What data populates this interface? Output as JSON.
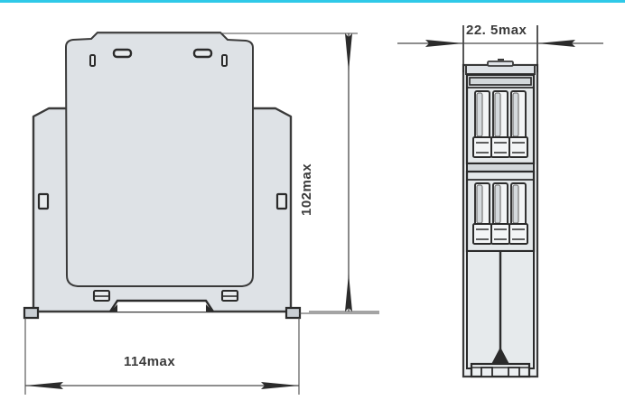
{
  "figure": {
    "type": "engineering-dimension-drawing",
    "subject": "DIN-rail mounted module outline drawing",
    "units": "mm",
    "accent_color": "#2ec9e8",
    "body_fill_color": "#dee2e6",
    "line_color": "#3a3a3a",
    "background_color": "#ffffff"
  },
  "dimensions": {
    "height": {
      "label": "102max",
      "value": 102,
      "qualifier": "max",
      "orientation": "vertical",
      "view": "front"
    },
    "width": {
      "label": "114max",
      "value": 114,
      "qualifier": "max",
      "orientation": "horizontal",
      "view": "front"
    },
    "depth": {
      "label": "22. 5max",
      "value": 22.5,
      "qualifier": "max",
      "orientation": "horizontal",
      "view": "side"
    }
  },
  "views": {
    "front": {
      "name": "front-view",
      "features": [
        "upper-cover-panel",
        "top-ventilation-slot-left",
        "top-ventilation-slot-right",
        "top-pin-slot-left",
        "top-pin-slot-right",
        "side-latch-tab-left",
        "side-latch-tab-right",
        "bottom-slot-left",
        "bottom-slot-right",
        "din-rail-foot-left",
        "din-rail-foot-right",
        "bottom-center-recess"
      ]
    },
    "side": {
      "name": "side-view",
      "features": [
        "top-cap",
        "upper-terminal-block",
        "upper-terminal-1",
        "upper-terminal-2",
        "upper-terminal-3",
        "lower-terminal-block",
        "lower-terminal-1",
        "lower-terminal-2",
        "lower-terminal-3",
        "body-shell",
        "din-rail-clip"
      ]
    }
  }
}
